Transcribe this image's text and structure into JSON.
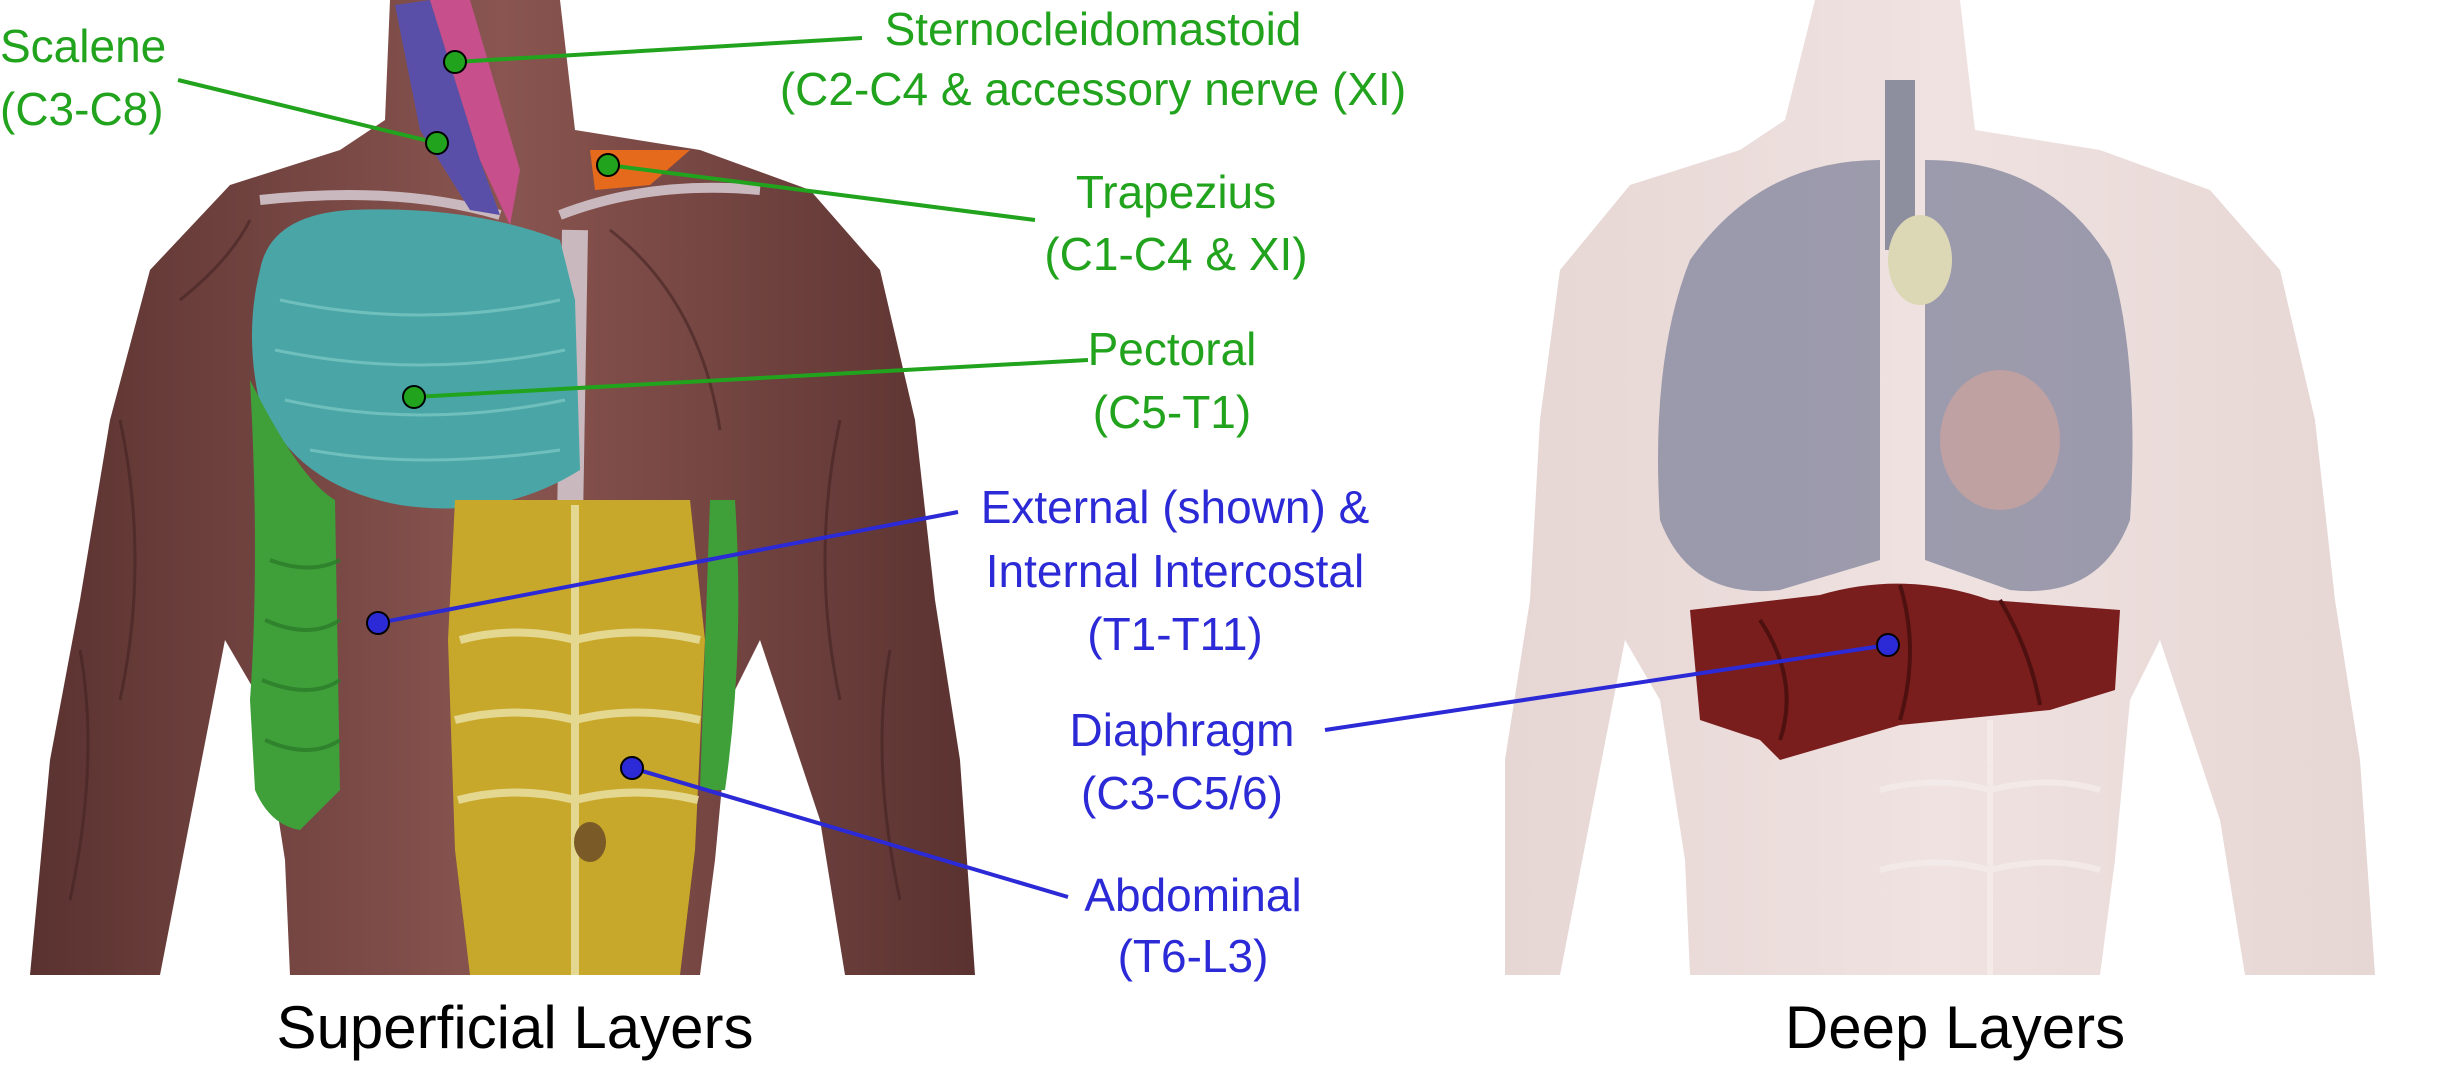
{
  "colors": {
    "green": "#22a31d",
    "blue": "#2b2ad6",
    "background": "#ffffff"
  },
  "captions": {
    "left": "Superficial Layers",
    "right": "Deep Layers"
  },
  "labels": {
    "scalene": {
      "name": "Scalene",
      "nerves": "(C3-C8)"
    },
    "sternocleidomastoid": {
      "name": "Sternocleidomastoid",
      "nerves": "(C2-C4 & accessory nerve (XI)"
    },
    "trapezius": {
      "name": "Trapezius",
      "nerves": "(C1-C4 & XI)"
    },
    "pectoral": {
      "name": "Pectoral",
      "nerves": "(C5-T1)"
    },
    "intercostal": {
      "name_line1": "External (shown) &",
      "name_line2": "Internal Intercostal",
      "nerves": "(T1-T11)"
    },
    "diaphragm": {
      "name": "Diaphragm",
      "nerves": "(C3-C5/6)"
    },
    "abdominal": {
      "name": "Abdominal",
      "nerves": "(T6-L3)"
    }
  }
}
